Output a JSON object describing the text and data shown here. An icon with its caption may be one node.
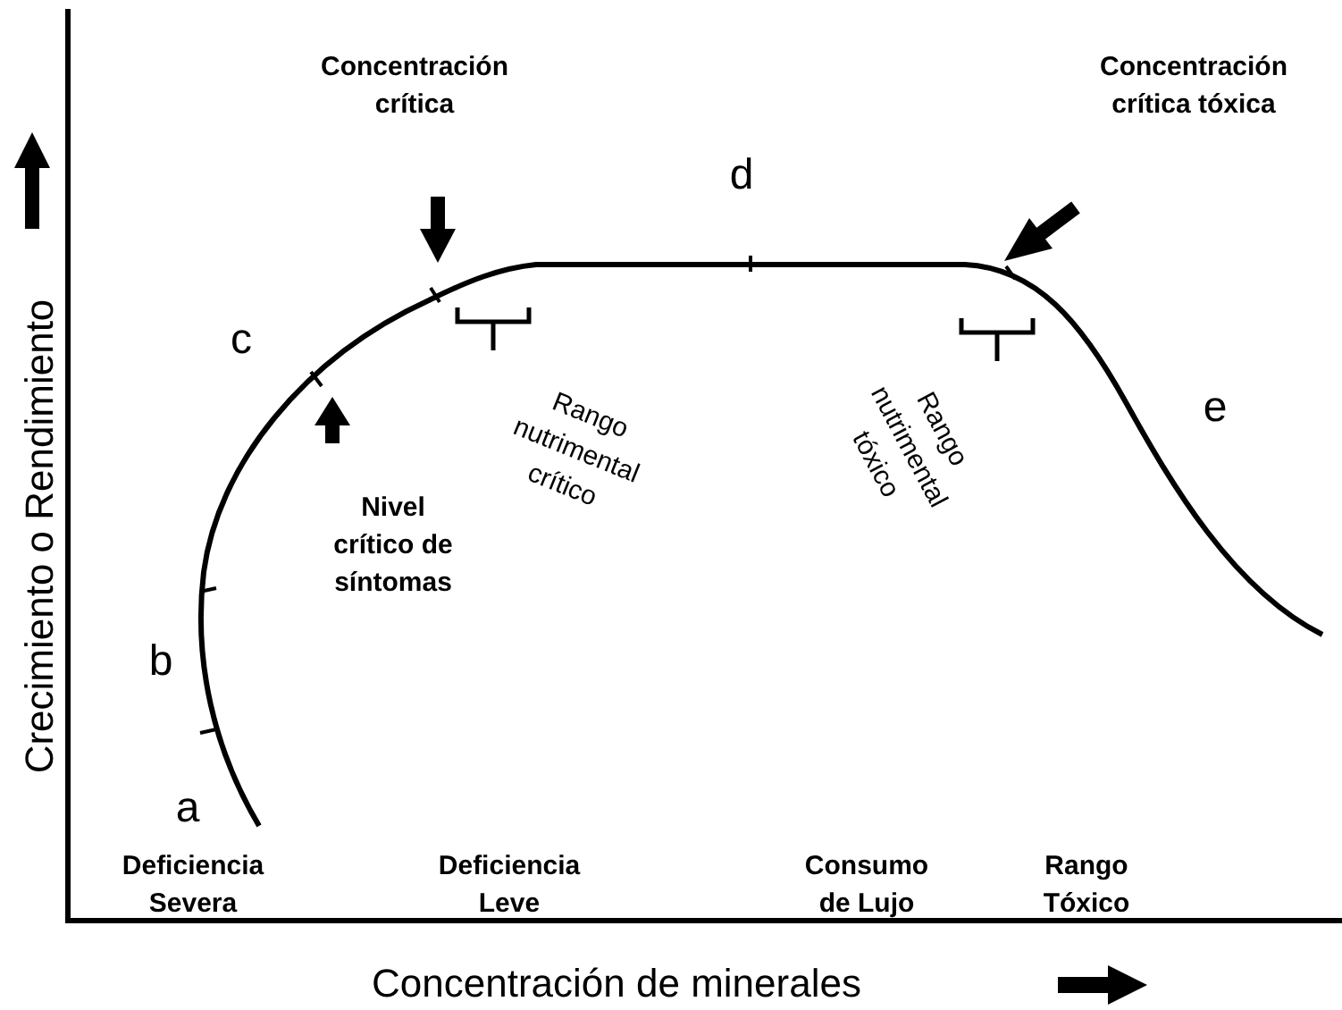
{
  "diagram": {
    "labels": [
      "Concentración crítica",
      "Concentración crítica tóxica",
      "d",
      "c",
      "e",
      "Nivel crítico de síntomas",
      "b",
      "a",
      "Rango nutrimental crítico",
      "Rango nutrimental tóxico",
      "Crecimiento o Rendimiento",
      "Deficiencia Severa",
      "Deficiencia Leve",
      "Consumo de Lujo",
      "Rango Tóxico",
      "Concentración de minerales"
    ]
  }
}
